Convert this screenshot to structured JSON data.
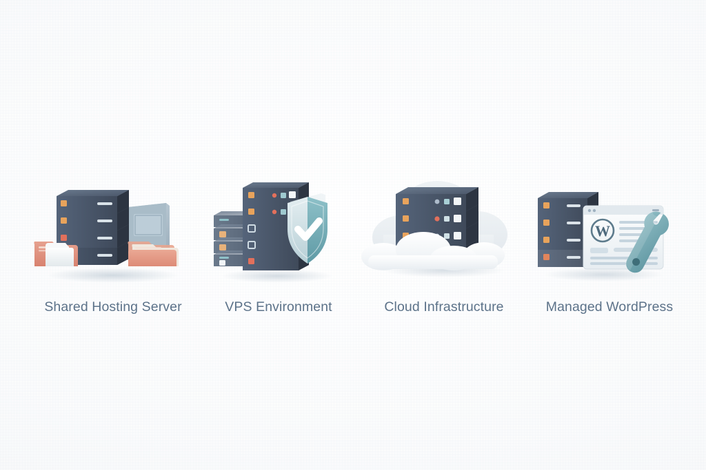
{
  "background_color": "#fbfbfc",
  "palette": {
    "server_dark": "#3f4a5a",
    "server_mid": "#4f5d6e",
    "server_light": "#61718300",
    "server_face_top": "#5b6b7d",
    "server_side": "#2f3846",
    "accent_orange": "#e8a35c",
    "accent_red": "#e2705c",
    "accent_teal": "#7fb6bd",
    "accent_white": "#f2f5f7",
    "folder_coral": "#e09584",
    "folder_light": "#eef1f3",
    "cloud_white": "#f1f4f6",
    "cloud_grey": "#e7ecf0",
    "shield_teal": "#74adb7",
    "shield_light": "#cfe0e6",
    "wrench_teal": "#6fa8b2",
    "label_text": "#5c7289",
    "browser_body": "#eef2f5",
    "line_grey": "#c8d6e0"
  },
  "items": [
    {
      "id": "shared-hosting-server",
      "label": "Shared Hosting Server",
      "icon": "server-stack-with-folders-icon",
      "elements": [
        "server-rack",
        "monitor",
        "file-folders"
      ]
    },
    {
      "id": "vps-environment",
      "label": "VPS Environment",
      "icon": "server-stack-with-shield-icon",
      "elements": [
        "server-rack-tall",
        "server-rack-small",
        "security-shield-check"
      ]
    },
    {
      "id": "cloud-infrastructure",
      "label": "Cloud Infrastructure",
      "icon": "server-stack-in-clouds-icon",
      "elements": [
        "cloud-back",
        "server-rack",
        "cloud-front"
      ]
    },
    {
      "id": "managed-wordpress",
      "label": "Managed WordPress",
      "icon": "server-stack-with-browser-wrench-icon",
      "elements": [
        "server-rack",
        "browser-window",
        "wordpress-logo",
        "wrench"
      ]
    }
  ],
  "wordpress_logo_letter": "W"
}
